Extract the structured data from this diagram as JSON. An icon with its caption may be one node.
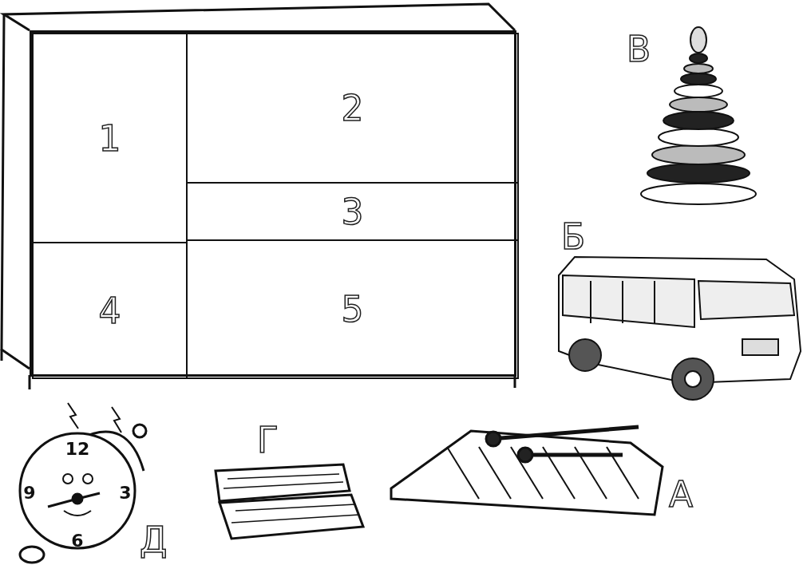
{
  "diagram": {
    "nodes": [
      {
        "text": [],
        "shape": "box"
      },
      {
        "text": [
          "1"
        ],
        "in": 0
      },
      {
        "text": [
          "2"
        ],
        "in": 0
      },
      {
        "text": [
          "3"
        ],
        "in": 0
      },
      {
        "text": [
          "4"
        ],
        "in": 0
      },
      {
        "text": [
          "5"
        ],
        "in": 0
      }
    ],
    "edges": [],
    "labels": [
      "В",
      "Б",
      "12",
      "9",
      "3",
      "6",
      "Г",
      "А",
      "Д"
    ]
  }
}
